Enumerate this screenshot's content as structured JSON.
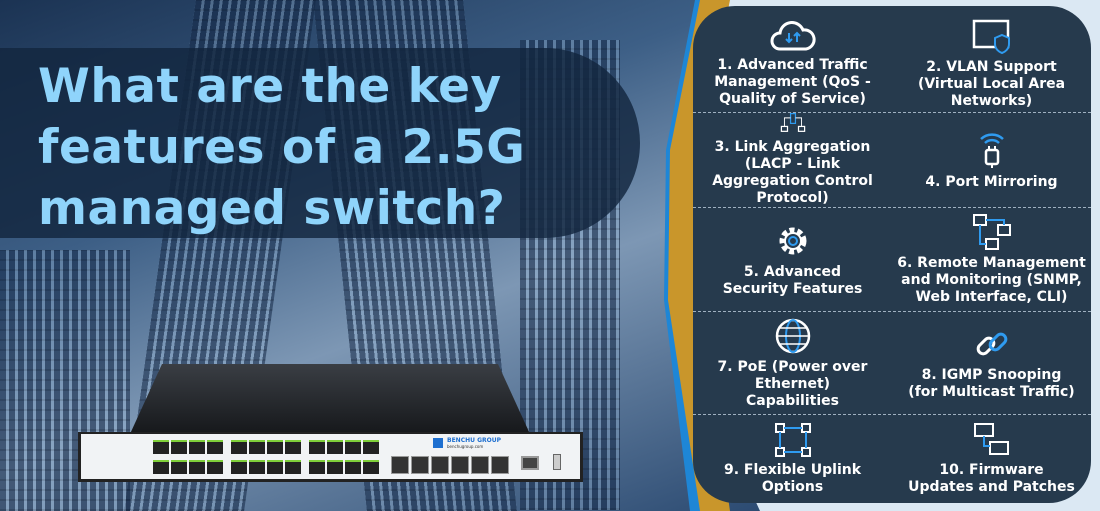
{
  "title": "What are the key\nfeatures of a 2.5G\nmanaged switch?",
  "colors": {
    "title": "#8fd4fb",
    "panel": "#263a4d",
    "accent_blue": "#1e86d6",
    "accent_gold": "#c9962b"
  },
  "features": [
    {
      "label": "1. Advanced Traffic Management (QoS - Quality of Service)",
      "icon": "cloud-sync-icon"
    },
    {
      "label": "2. VLAN Support (Virtual Local Area Networks)",
      "icon": "monitor-shield-icon"
    },
    {
      "label": "3. Link Aggregation (LACP - Link Aggregation Control Protocol)",
      "icon": "server-network-icon"
    },
    {
      "label": "4. Port Mirroring",
      "icon": "wireless-plug-icon"
    },
    {
      "label": "5. Advanced Security Features",
      "icon": "gear-icon"
    },
    {
      "label": "6. Remote Management and Monitoring (SNMP, Web Interface, CLI)",
      "icon": "network-nodes-icon"
    },
    {
      "label": "7. PoE (Power over Ethernet) Capabilities",
      "icon": "globe-icon"
    },
    {
      "label": "8. IGMP Snooping (for Multicast Traffic)",
      "icon": "chain-link-icon"
    },
    {
      "label": "9. Flexible Uplink Options",
      "icon": "nodes-square-icon"
    },
    {
      "label": "10. Firmware Updates and Patches",
      "icon": "screens-icon"
    }
  ],
  "switch": {
    "brand": "BENCHU GROUP",
    "website": "benchugroup.com"
  }
}
